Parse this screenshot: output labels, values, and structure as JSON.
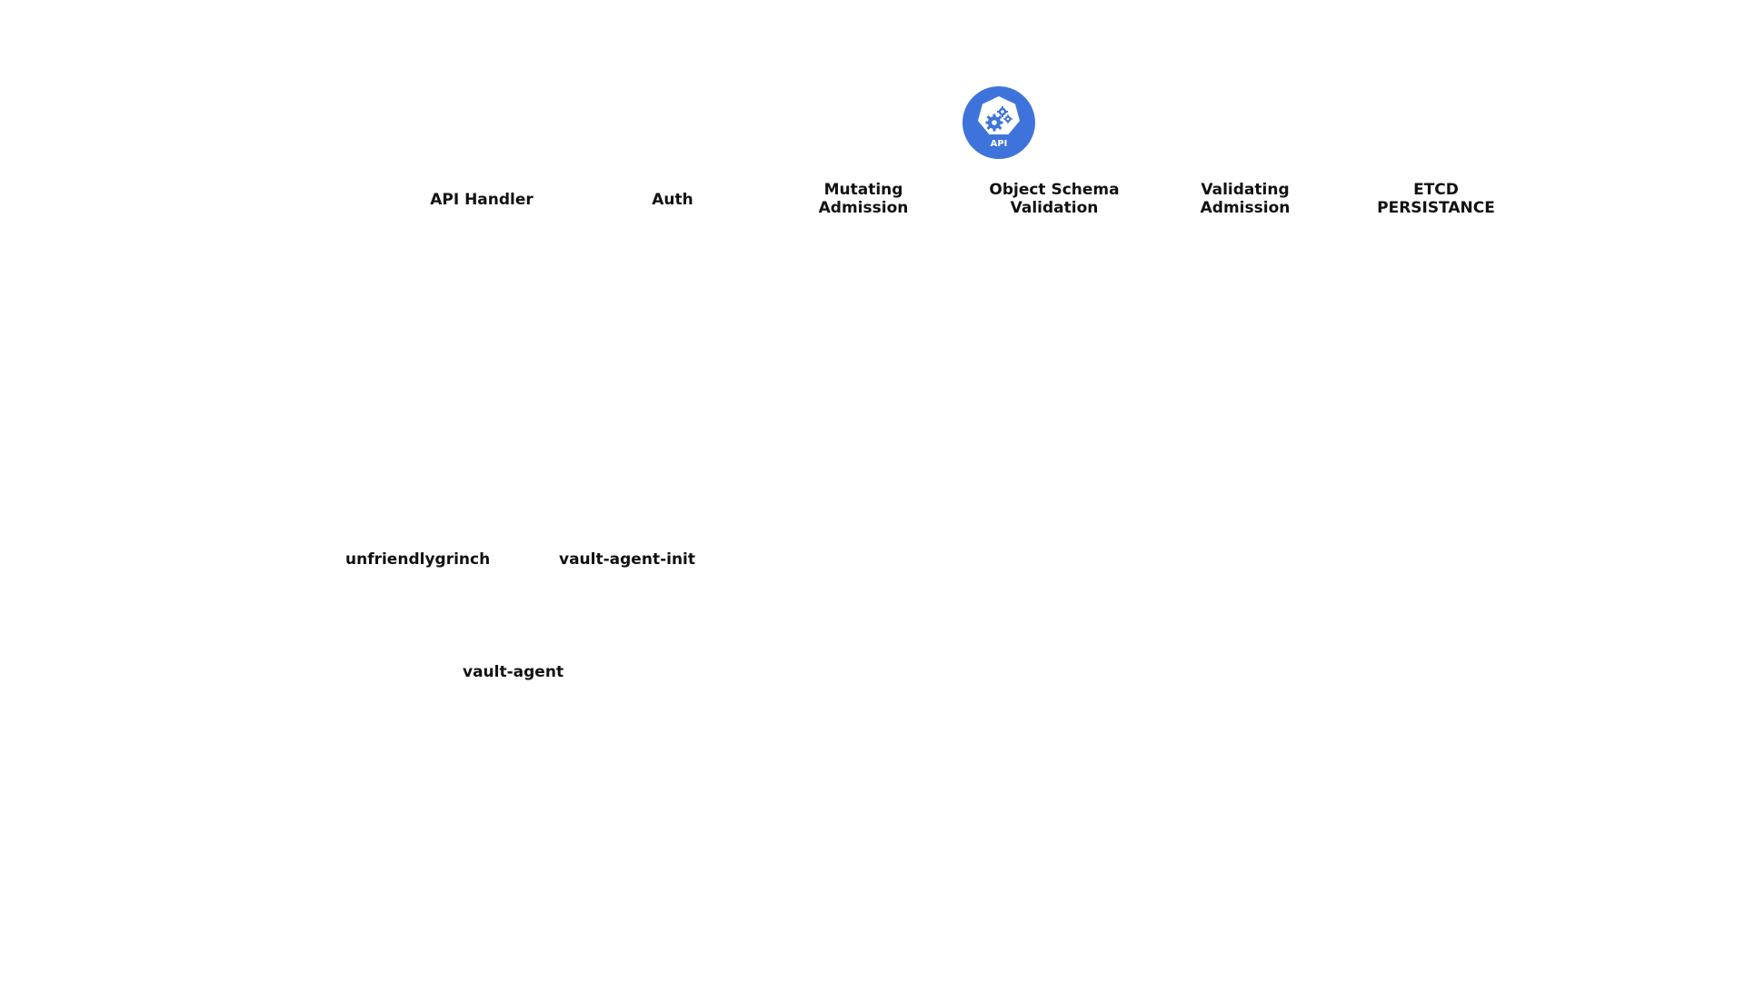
{
  "logo": {
    "label": "API",
    "icon": "kubernetes-api-gear-icon",
    "color": "#3f73dc"
  },
  "pipeline": {
    "stages": [
      {
        "line1": "API Handler",
        "line2": ""
      },
      {
        "line1": "Auth",
        "line2": ""
      },
      {
        "line1": "Mutating",
        "line2": "Admission"
      },
      {
        "line1": "Object Schema",
        "line2": "Validation"
      },
      {
        "line1": "Validating",
        "line2": "Admission"
      },
      {
        "line1": "ETCD",
        "line2": "PERSISTANCE"
      }
    ]
  },
  "containers": {
    "app": "unfriendlygrinch",
    "init": "vault-agent-init",
    "sidecar": "vault-agent"
  }
}
